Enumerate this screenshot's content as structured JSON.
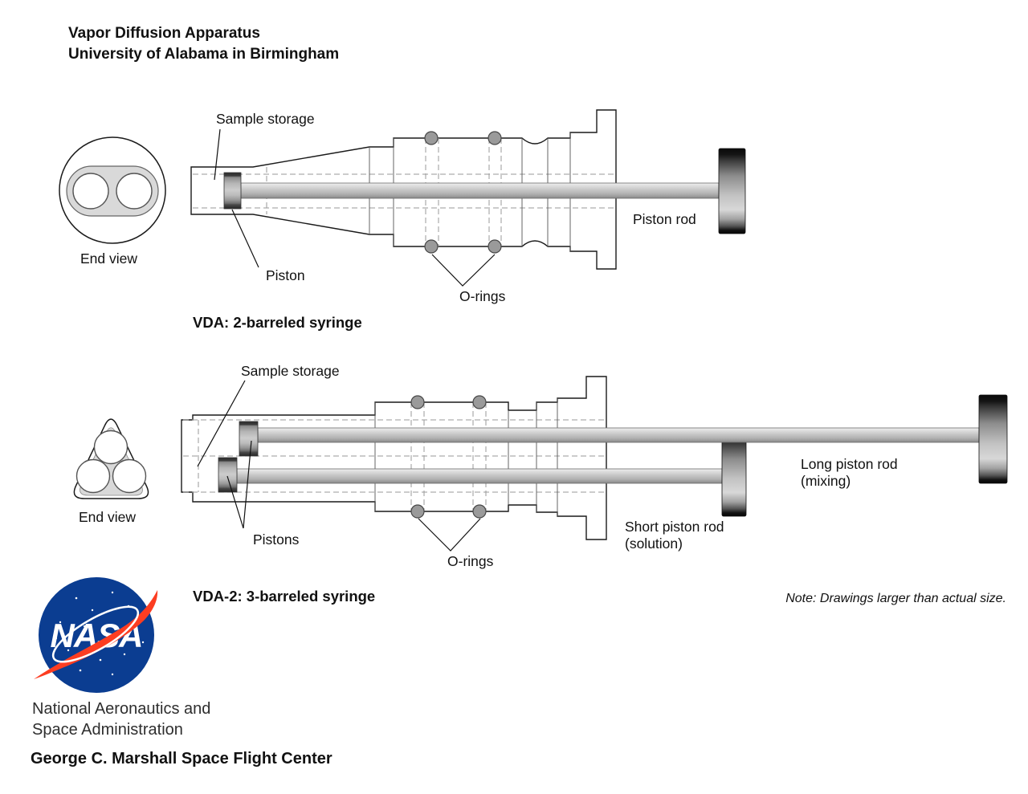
{
  "header": {
    "title_line1": "Vapor Diffusion Apparatus",
    "title_line2": "University of Alabama in Birmingham"
  },
  "syringe1": {
    "end_view_label": "End view",
    "sample_storage_label": "Sample storage",
    "piston_label": "Piston",
    "orings_label": "O-rings",
    "piston_rod_label": "Piston rod",
    "caption": "VDA: 2-barreled syringe"
  },
  "syringe2": {
    "end_view_label": "End view",
    "sample_storage_label": "Sample storage",
    "pistons_label": "Pistons",
    "orings_label": "O-rings",
    "short_piston_rod_line1": "Short piston rod",
    "short_piston_rod_line2": "(solution)",
    "long_piston_rod_line1": "Long piston rod",
    "long_piston_rod_line2": "(mixing)",
    "caption": "VDA-2: 3-barreled syringe"
  },
  "note_text": "Note: Drawings larger than actual size.",
  "footer": {
    "logo_text": "NASA",
    "agency_line1": "National Aeronautics and",
    "agency_line2": "Space Administration",
    "center_name": "George C. Marshall Space Flight Center"
  },
  "colors": {
    "nasa_blue": "#0b3d91",
    "nasa_red": "#fc3d21",
    "outline": "#1a1a1a",
    "shape_gray": "#d9d9d9",
    "oring_gray": "#9a9a9a"
  }
}
